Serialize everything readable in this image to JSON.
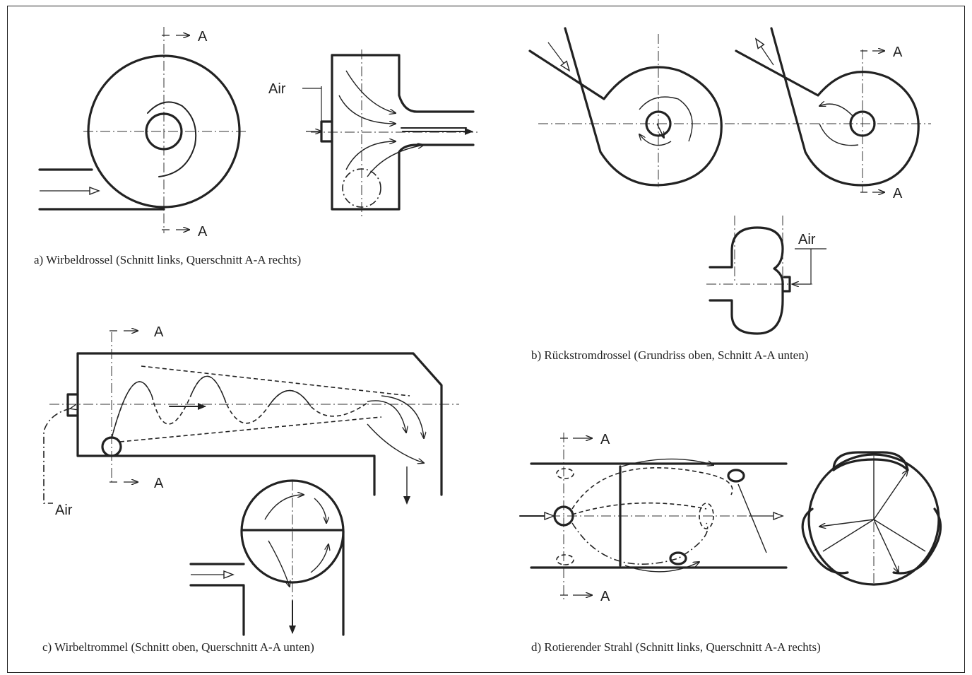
{
  "figure": {
    "captions": {
      "a": "a)  Wirbeldrossel (Schnitt links, Querschnitt A-A rechts)",
      "b": "b)  Rückstromdrossel (Grundriss oben, Schnitt A-A unten)",
      "c": "c)  Wirbeltrommel (Schnitt oben, Querschnitt A-A unten)",
      "d": "d)  Rotierender Strahl (Schnitt links, Querschnitt A-A rechts)"
    },
    "labels": {
      "section_letter": "A",
      "air": "Air"
    }
  }
}
